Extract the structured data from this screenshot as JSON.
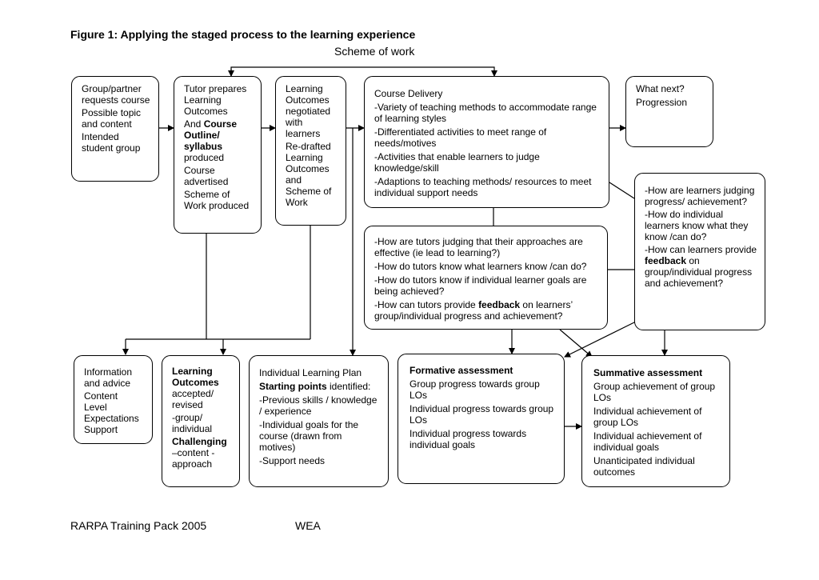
{
  "figure_title": "Figure 1: Applying the staged process to the learning experience",
  "scheme_label": "Scheme of work",
  "boxes": {
    "group_request": [
      "Group/partner requests course",
      "Possible topic and content",
      "Intended student group"
    ],
    "tutor_prepares": {
      "l1": "Tutor prepares Learning Outcomes",
      "l2a": "And ",
      "l2b": "Course Outline/ syllabus",
      "l2c": " produced",
      "l3": "Course advertised",
      "l4": "Scheme of Work produced"
    },
    "outcomes_negotiated": [
      "Learning Outcomes negotiated with learners",
      "Re-drafted Learning Outcomes and Scheme of Work"
    ],
    "course_delivery": [
      "Course Delivery",
      "-Variety of teaching methods to accommodate range of learning styles",
      "-Differentiated activities to meet range of needs/motives",
      "-Activities that enable learners to judge knowledge/skill",
      "-Adaptions to teaching methods/ resources to meet individual support needs"
    ],
    "what_next": [
      "What next?",
      "Progression"
    ],
    "tutor_questions": {
      "q1": "-How are tutors judging that their approaches are effective (ie lead to learning?)",
      "q2": "-How do tutors know what learners know /can do?",
      "q3": "-How do tutors know if individual learner goals are being achieved?",
      "q4a": "-How can tutors provide ",
      "q4b": "feedback",
      "q4c": " on learners’ group/individual progress and achievement?"
    },
    "learner_questions": {
      "q1": "-How are learners judging progress/ achievement?",
      "q2": "-How do individual learners know what they know /can do?",
      "q3a": "-How can learners provide ",
      "q3b": "feedback",
      "q3c": " on group/individual progress and achievement?"
    },
    "info_advice": [
      "Information and advice",
      "Content",
      "Level",
      "Expectations",
      "Support"
    ],
    "outcomes_accepted": {
      "l1a": "Learning Outcomes",
      "l1b": " accepted/ revised",
      "l2": "-group/ individual",
      "l3a": "Challenging",
      "l3b": " –content - approach"
    },
    "ilp": {
      "title": "Individual Learning Plan",
      "l1a": "Starting points",
      "l1b": " identified:",
      "l2": "-Previous skills / knowledge / experience",
      "l3": "-Individual goals for the course (drawn from motives)",
      "l4": "-Support needs"
    },
    "formative": {
      "title": "Formative assessment",
      "items": [
        "Group progress towards group LOs",
        "Individual progress towards group LOs",
        "Individual progress towards individual goals"
      ]
    },
    "summative": {
      "title": "Summative assessment",
      "items": [
        "Group achievement of group LOs",
        "Individual achievement of group LOs",
        "Individual achievement of individual goals",
        "Unanticipated individual outcomes"
      ]
    }
  },
  "footer": {
    "left": "RARPA Training Pack 2005",
    "right": "WEA"
  }
}
